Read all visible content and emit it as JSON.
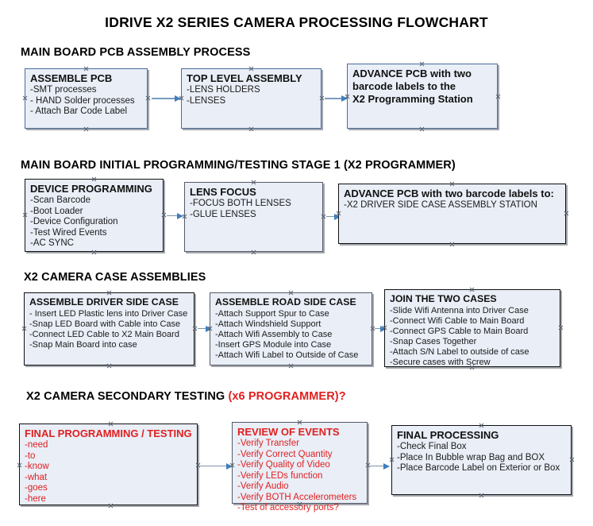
{
  "document": {
    "title": "IDRIVE X2  SERIES CAMERA PROCESSING FLOWCHART"
  },
  "colors": {
    "box_fill": "#e9eef7",
    "box_border_blue": "#4a6c9b",
    "box_border_black": "#101010",
    "arrow": "#3f7fbf",
    "accent_red": "#e02020",
    "text": "#111111"
  },
  "sections": [
    {
      "id": "main-board-pcb-assembly",
      "heading": "MAIN BOARD PCB ASSEMBLY PROCESS",
      "heading_accent": "",
      "boxes": [
        {
          "id": "assemble-pcb",
          "title": "ASSEMBLE PCB",
          "lines": [
            "-SMT processes",
            "- HAND Solder processes",
            "- Attach Bar Code Label"
          ]
        },
        {
          "id": "top-level-assembly",
          "title": "TOP LEVEL ASSEMBLY",
          "lines": [
            "-LENS HOLDERS",
            "-LENSES"
          ]
        },
        {
          "id": "advance-pcb-programming-station",
          "title": "ADVANCE PCB with two",
          "lines": [
            "barcode labels to the",
            " X2 Programming Station"
          ]
        }
      ]
    },
    {
      "id": "main-board-initial-programming",
      "heading": "MAIN BOARD INITIAL PROGRAMMING/TESTING STAGE 1 (X2 PROGRAMMER)",
      "heading_accent": "",
      "boxes": [
        {
          "id": "device-programming",
          "title": "DEVICE PROGRAMMING",
          "lines": [
            "-Scan Barcode",
            "-Boot Loader",
            "-Device Configuration",
            "-Test Wired Events",
            "-AC SYNC"
          ]
        },
        {
          "id": "lens-focus",
          "title": "LENS FOCUS",
          "lines": [
            "-FOCUS BOTH LENSES",
            "-GLUE LENSES"
          ]
        },
        {
          "id": "advance-pcb-driver-side-case",
          "title": "ADVANCE PCB with two barcode labels to:",
          "lines": [
            "-X2 DRIVER  SIDE  CASE  ASSEMBLY STATION"
          ]
        }
      ]
    },
    {
      "id": "x2-camera-case-assemblies",
      "heading": "X2 CAMERA CASE ASSEMBLIES",
      "heading_accent": "",
      "boxes": [
        {
          "id": "assemble-driver-side-case",
          "title": "ASSEMBLE DRIVER SIDE CASE",
          "lines": [
            "- Insert LED Plastic lens into Driver Case",
            "-Snap LED Board with Cable into Case",
            "-Connect LED Cable to X2 Main Board",
            "-Snap Main Board into case"
          ]
        },
        {
          "id": "assemble-road-side-case",
          "title": "ASSEMBLE ROAD SIDE CASE",
          "lines": [
            "-Attach Support Spur to Case",
            "-Attach Windshield Support",
            "-Attach Wifi Assembly to Case",
            "-Insert GPS Module into Case",
            "-Attach Wifi Label to Outside of Case"
          ]
        },
        {
          "id": "join-the-two-cases",
          "title": "JOIN THE TWO CASES",
          "lines": [
            "-Slide Wifi Antenna into Driver Case",
            "-Connect Wifi Cable to Main Board",
            "-Connect GPS Cable to Main Board",
            "-Snap Cases Together",
            "-Attach S/N Label to outside of case",
            "-Secure cases with Screw"
          ]
        }
      ]
    },
    {
      "id": "x2-camera-secondary-testing",
      "heading": "X2 CAMERA SECONDARY TESTING ",
      "heading_accent": "(x6 PROGRAMMER)?",
      "boxes": [
        {
          "id": "final-programming-testing",
          "title": "FINAL PROGRAMMING / TESTING",
          "lines": [
            "-need",
            "-to",
            "-know",
            "-what",
            "-goes",
            "-here"
          ]
        },
        {
          "id": "review-of-events",
          "title": "REVIEW OF EVENTS",
          "lines": [
            "-Verify Transfer",
            "-Verify Correct Quantity",
            "-Verify Quality of Video",
            "-Verify LEDs function",
            "-Verify Audio",
            "-Verify BOTH Accelerometers",
            "-Test of accessory ports?"
          ]
        },
        {
          "id": "final-processing",
          "title": "FINAL PROCESSING",
          "lines": [
            "-Check Final Box",
            "-Place In Bubble wrap Bag and BOX",
            "-Place Barcode Label on Exterior or Box"
          ]
        }
      ]
    }
  ]
}
